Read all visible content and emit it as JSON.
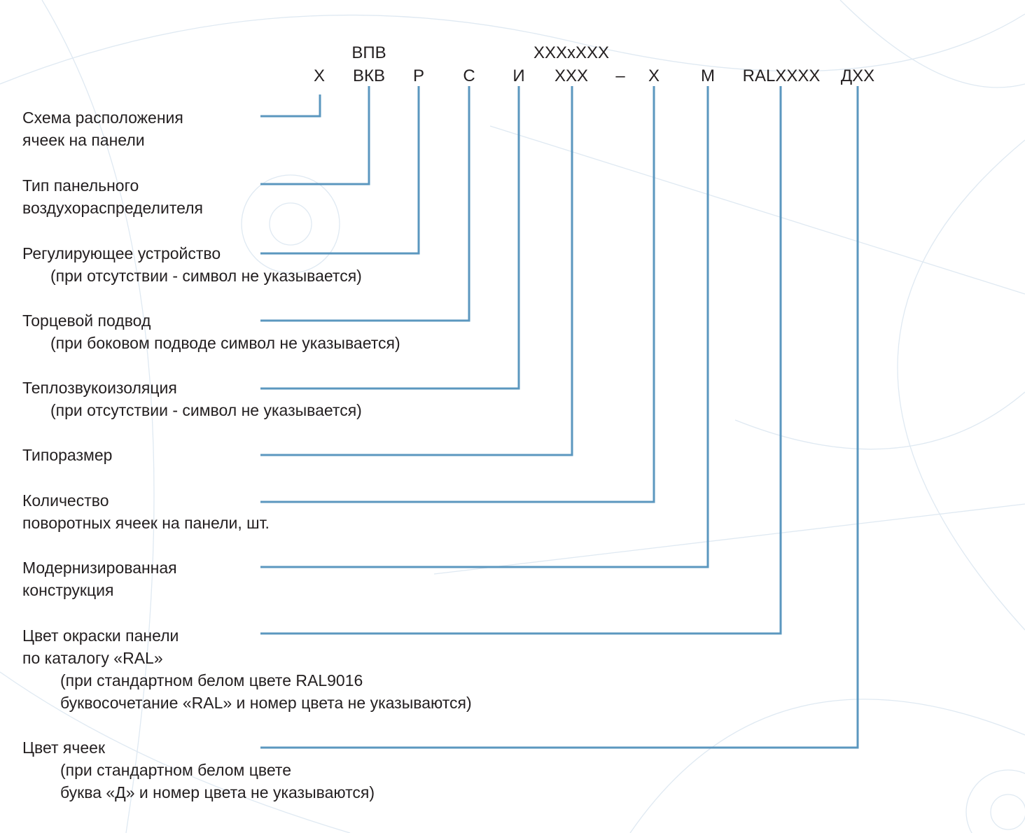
{
  "accent_color": "#5b97bf",
  "code": {
    "top_vpv": "ВПВ",
    "top_size": "XXXxXXX",
    "parts": [
      "X",
      "ВКВ",
      "Р",
      "С",
      "И",
      "XXX",
      "–",
      "X",
      "М",
      "RALXXXX",
      "ДXX"
    ]
  },
  "labels": [
    {
      "lines": [
        "Схема расположения",
        "ячеек на панели"
      ]
    },
    {
      "lines": [
        "Тип панельного",
        "воздухораспределителя"
      ]
    },
    {
      "lines": [
        "Регулирующее устройство"
      ],
      "note": [
        "(при отсутствии - символ не указывается)"
      ]
    },
    {
      "lines": [
        "Торцевой подвод"
      ],
      "note": [
        "(при боковом подводе символ не указывается)"
      ]
    },
    {
      "lines": [
        "Теплозвукоизоляция"
      ],
      "note": [
        "(при отсутствии - символ не указывается)"
      ]
    },
    {
      "lines": [
        "Типоразмер"
      ]
    },
    {
      "lines": [
        "Количество",
        "поворотных ячеек на панели, шт."
      ]
    },
    {
      "lines": [
        "Модернизированная",
        "конструкция"
      ]
    },
    {
      "lines": [
        "Цвет окраски панели",
        "по каталогу «RAL»"
      ],
      "note": [
        "(при стандартном белом цвете RAL9016",
        "буквосочетание «RAL» и номер цвета не указываются)"
      ]
    },
    {
      "lines": [
        "Цвет ячеек"
      ],
      "note": [
        "(при стандартном белом цвете",
        "буква «Д» и номер цвета не указываются)"
      ]
    }
  ]
}
